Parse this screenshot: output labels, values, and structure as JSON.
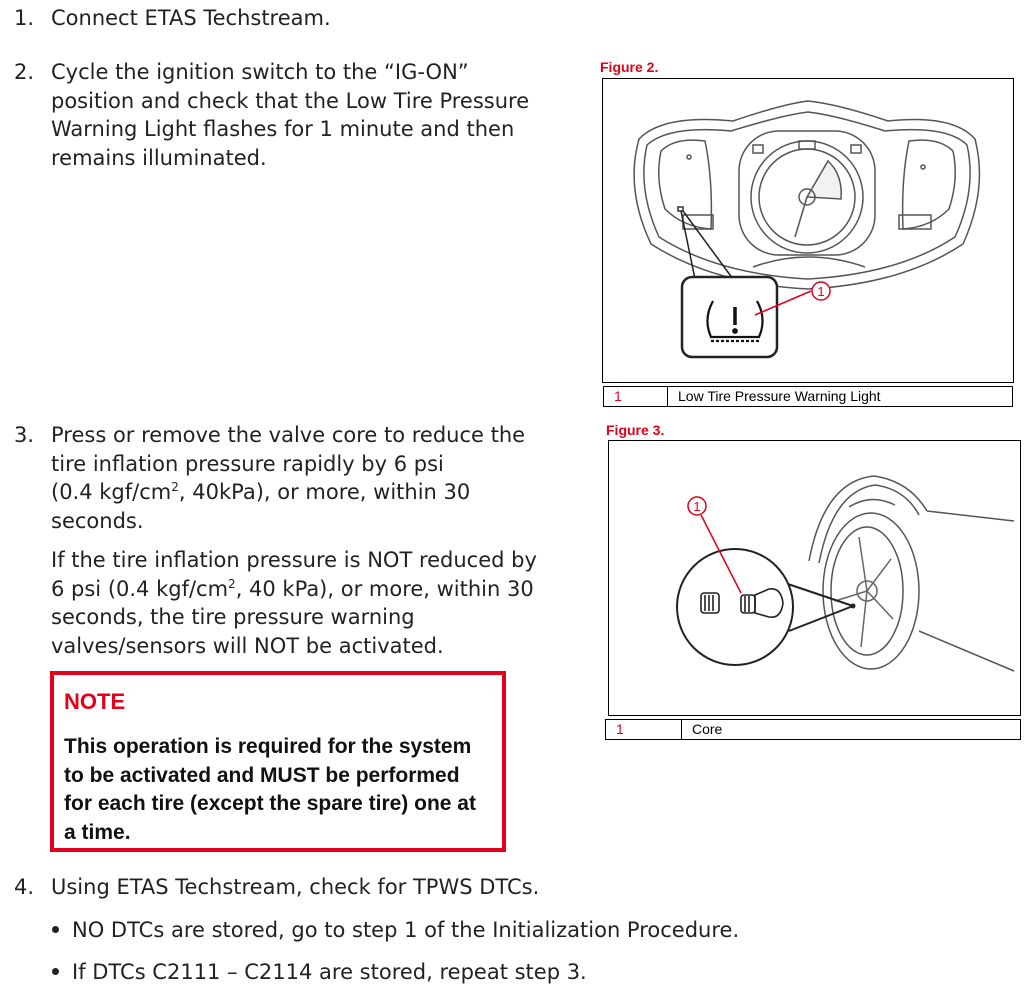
{
  "steps": [
    {
      "num": "1.",
      "text": "Connect ETAS Techstream."
    },
    {
      "num": "2.",
      "lines": [
        "Cycle the ignition switch to the “IG-ON”",
        "position and check that the Low Tire Pressure",
        "Warning Light flashes for 1 minute and then",
        "remains illuminated."
      ]
    },
    {
      "num": "3.",
      "p1_line1": "Press or remove the valve core to reduce the",
      "p1_line2": "tire inflation pressure rapidly by 6 psi",
      "p1_line3_a": "(0.4 kgf/cm",
      "p1_line3_sup": "2",
      "p1_line3_b": ", 40kPa), or more, within 30",
      "p1_line4": "seconds.",
      "p2_line1": "If the tire inflation pressure is NOT reduced by",
      "p2_line2_a": "6 psi (0.4 kgf/cm",
      "p2_line2_sup": "2",
      "p2_line2_b": ", 40 kPa), or more, within 30",
      "p2_line3": "seconds, the tire pressure warning",
      "p2_line4": "valves/sensors will NOT be activated."
    },
    {
      "num": "4.",
      "text": "Using ETAS Techstream, check for TPWS DTCs."
    }
  ],
  "note": {
    "title": "NOTE",
    "lines": [
      "This operation is required for the system",
      "to be activated and MUST be performed",
      "for each tire (except the spare tire) one at",
      "a time."
    ]
  },
  "bullets": [
    "NO DTCs are stored, go to step 1 of the Initialization Procedure.",
    "If DTCs C2111 – C2114 are stored, repeat step 3."
  ],
  "figure2": {
    "label": "Figure 2.",
    "callout": "1",
    "caption_num": "1",
    "caption_text": "Low Tire Pressure Warning Light"
  },
  "figure3": {
    "label": "Figure 3.",
    "callout": "1",
    "caption_num": "1",
    "caption_text": "Core"
  },
  "colors": {
    "accent_red": "#e2001a",
    "text": "#222222"
  }
}
